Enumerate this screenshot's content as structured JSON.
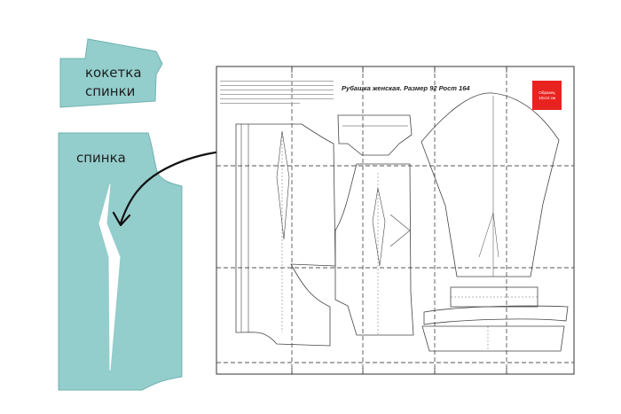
{
  "pieces": {
    "yoke_label": "кокетка\nспинки",
    "back_label": "спинка"
  },
  "sheet": {
    "title": "Рубашка женская. Размер 92  Рост 164",
    "sample_line1": "Образец",
    "sample_line2": "10х10 см"
  },
  "colors": {
    "piece_fill": "#93cdcc",
    "sample_red": "#e8231f"
  },
  "icons": {
    "arrow": "curved-arrow-icon"
  }
}
